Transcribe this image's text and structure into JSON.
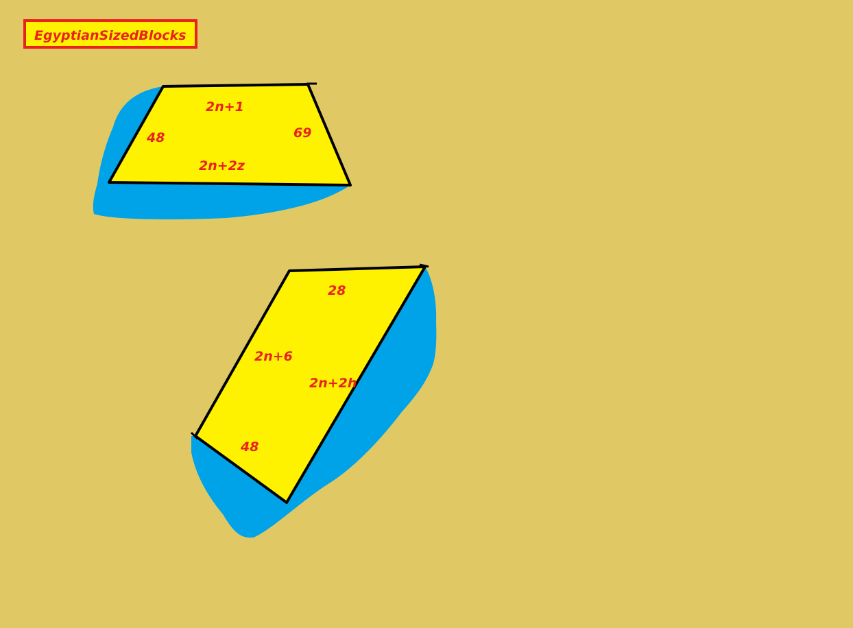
{
  "title": "EgyptianSizedBlocks",
  "colors": {
    "background": "#e0c965",
    "block_face": "#fff200",
    "block_shadow": "#00a2e8",
    "label": "#e8231e",
    "outline": "#000000"
  },
  "block_top": {
    "top_label": "2n+1",
    "left_label": "48",
    "right_label": "69",
    "bottom_label": "2n+2z"
  },
  "block_bottom": {
    "top_label": "28",
    "left_label": "2n+6",
    "right_label": "2n+2h",
    "bottom_label": "48"
  }
}
